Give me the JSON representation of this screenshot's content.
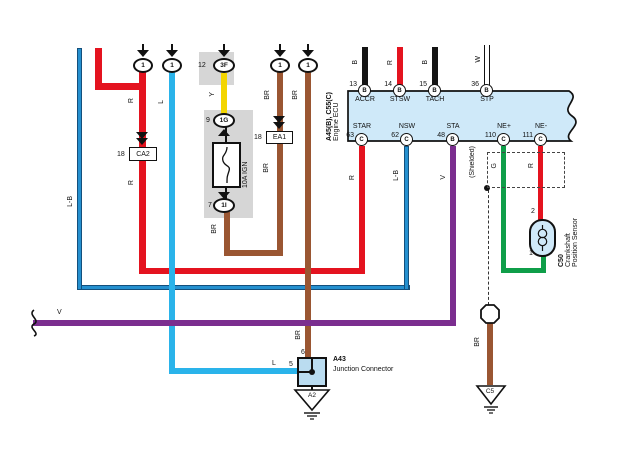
{
  "diagram": "engine-wiring",
  "wire_colors": {
    "R": "#e4131f",
    "L": "#2ab3ea",
    "L-B": "#2590cf",
    "BR": "#9a5632",
    "V": "#7b2e8f",
    "G": "#0f9e49",
    "Y": "#f3d500",
    "B": "#151515",
    "W": "#ffffff"
  },
  "circle_connector": {
    "label": "1"
  },
  "feed": {
    "pin": "12",
    "code": "3F"
  },
  "fuse": {
    "top_pin": "9",
    "top_code": "1G",
    "rating": "10A IGN",
    "bottom_pin": "7",
    "bottom_code": "1I"
  },
  "ca2": {
    "pin": "18",
    "code": "CA2"
  },
  "ea1": {
    "pin": "18",
    "code": "EA1"
  },
  "ecu": {
    "name": "A45(B), C55(C)",
    "subtitle": "Engine ECU",
    "top_pins": [
      {
        "num": "13",
        "code": "B",
        "signal": "ACCR",
        "wire": "B"
      },
      {
        "num": "14",
        "code": "B",
        "signal": "STSW",
        "wire": "R"
      },
      {
        "num": "15",
        "code": "B",
        "signal": "TACH",
        "wire": "B"
      },
      {
        "num": "36",
        "code": "B",
        "signal": "STP",
        "wire": "W"
      }
    ],
    "bottom_pins": [
      {
        "num": "63",
        "code": "C",
        "signal": "STAR",
        "wire": "R"
      },
      {
        "num": "62",
        "code": "C",
        "signal": "NSW",
        "wire": "L-B"
      },
      {
        "num": "48",
        "code": "B",
        "signal": "STA",
        "wire": "V"
      },
      {
        "num": "110",
        "code": "C",
        "signal": "NE+",
        "wire": "G"
      },
      {
        "num": "111",
        "code": "C",
        "signal": "NE-",
        "wire": "R"
      }
    ]
  },
  "junction": {
    "id": "A43",
    "name": "Junction Connector",
    "pin_left": "5",
    "pin_top": "6",
    "ground": "A2",
    "wire_in": "L"
  },
  "sensor": {
    "id": "C50",
    "name_l1": "Crankshaft",
    "name_l2": "Position Sensor",
    "pin_top": "2",
    "pin_bottom": "1",
    "shield_label": "(Shielded)",
    "ground": "C5"
  },
  "labels": {
    "lb_left": "L-B",
    "r_upper": "R",
    "r_lower": "R",
    "l_top": "L",
    "y": "Y",
    "br_a": "BR",
    "br_b": "BR",
    "br_ea1": "BR",
    "br_fuse": "BR",
    "b1": "B",
    "r_top": "R",
    "b2": "B",
    "w": "W",
    "r_star": "R",
    "lb_nsw": "L-B",
    "v_sta": "V",
    "g": "G",
    "r_ne": "R",
    "br_junction": "BR",
    "br_drain": "BR",
    "v_horiz": "V",
    "l_junction": "L"
  }
}
